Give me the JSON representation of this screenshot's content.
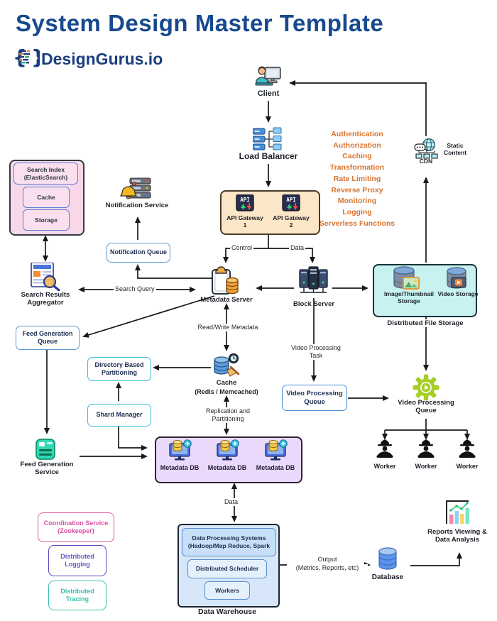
{
  "header": {
    "title": "System Design Master Template",
    "brand": "DesignGurus.io"
  },
  "gateway_features": [
    "Authentication",
    "Authorization",
    "Caching",
    "Transformation",
    "Rate Limiting",
    "Reverse Proxy",
    "Monitoring",
    "Logging",
    "Serverless Functions"
  ],
  "nodes": {
    "client": "Client",
    "load_balancer": "Load Balancer",
    "cdn": "CDN",
    "static_content": "Static Content",
    "api_label": "API",
    "api_gateway_1": "API Gateway 1",
    "api_gateway_2": "API Gateway 2",
    "search_index": "Search Index (ElasticSearch)",
    "cache_box": "Cache",
    "storage_box": "Storage",
    "notification_service": "Notification Service",
    "notification_queue": "Notification Queue",
    "search_results_aggregator": "Search Results Aggregator",
    "metadata_server": "Metadata Server",
    "block_server": "Block Server",
    "image_storage": "Image/Thumbnail Storage",
    "video_storage": "Video Storage",
    "distributed_file_storage": "Distributed File Storage",
    "feed_generation_queue": "Feed Generation Queue",
    "directory_based_partitioning": "Directory Based Partitioning",
    "shard_manager": "Shard Manager",
    "cache_title": "Cache",
    "cache_sub": "(Redis / Memcached)",
    "video_processing_queue": "Video Processing Queue",
    "worker": "Worker",
    "feed_generation_service": "Feed Generation Service",
    "metadata_db": "Metadata DB",
    "coordination_service": "Coordination Service (Zookeeper)",
    "distributed_logging": "Distributed Logging",
    "distributed_tracing": "Distributed Tracing",
    "data_processing_systems": "Data Processing Systems (Hadoop/Map Reduce, Spark",
    "distributed_scheduler": "Distributed Scheduler",
    "workers": "Workers",
    "data_warehouse": "Data Warehouse",
    "database": "Database",
    "reports": "Reports Viewing & Data Analysis"
  },
  "edge_labels": {
    "control": "Control",
    "data": "Data",
    "search_query": "Search Query",
    "read_write_metadata": "Read/Write Metadata",
    "replication_partitioning": "Replication and Partitioning",
    "video_processing_task": "Video Processing Task",
    "data_flow": "Data",
    "output_line1": "Output",
    "output_line2": "(Metrics, Reports, etc)"
  },
  "colors": {
    "title_blue": "#17498f",
    "accent_orange": "#d8742f",
    "api_box_fill": "#fbe6c8",
    "pink_box_fill": "#f8d8e8",
    "dfs_fill": "#c7f2f0",
    "metadb_fill": "#ead9fb",
    "warehouse_fill": "#d7e7f9",
    "coordination_pink": "#d94fa3",
    "logging_purple": "#6a52cc",
    "tracing_teal": "#35bfae"
  }
}
